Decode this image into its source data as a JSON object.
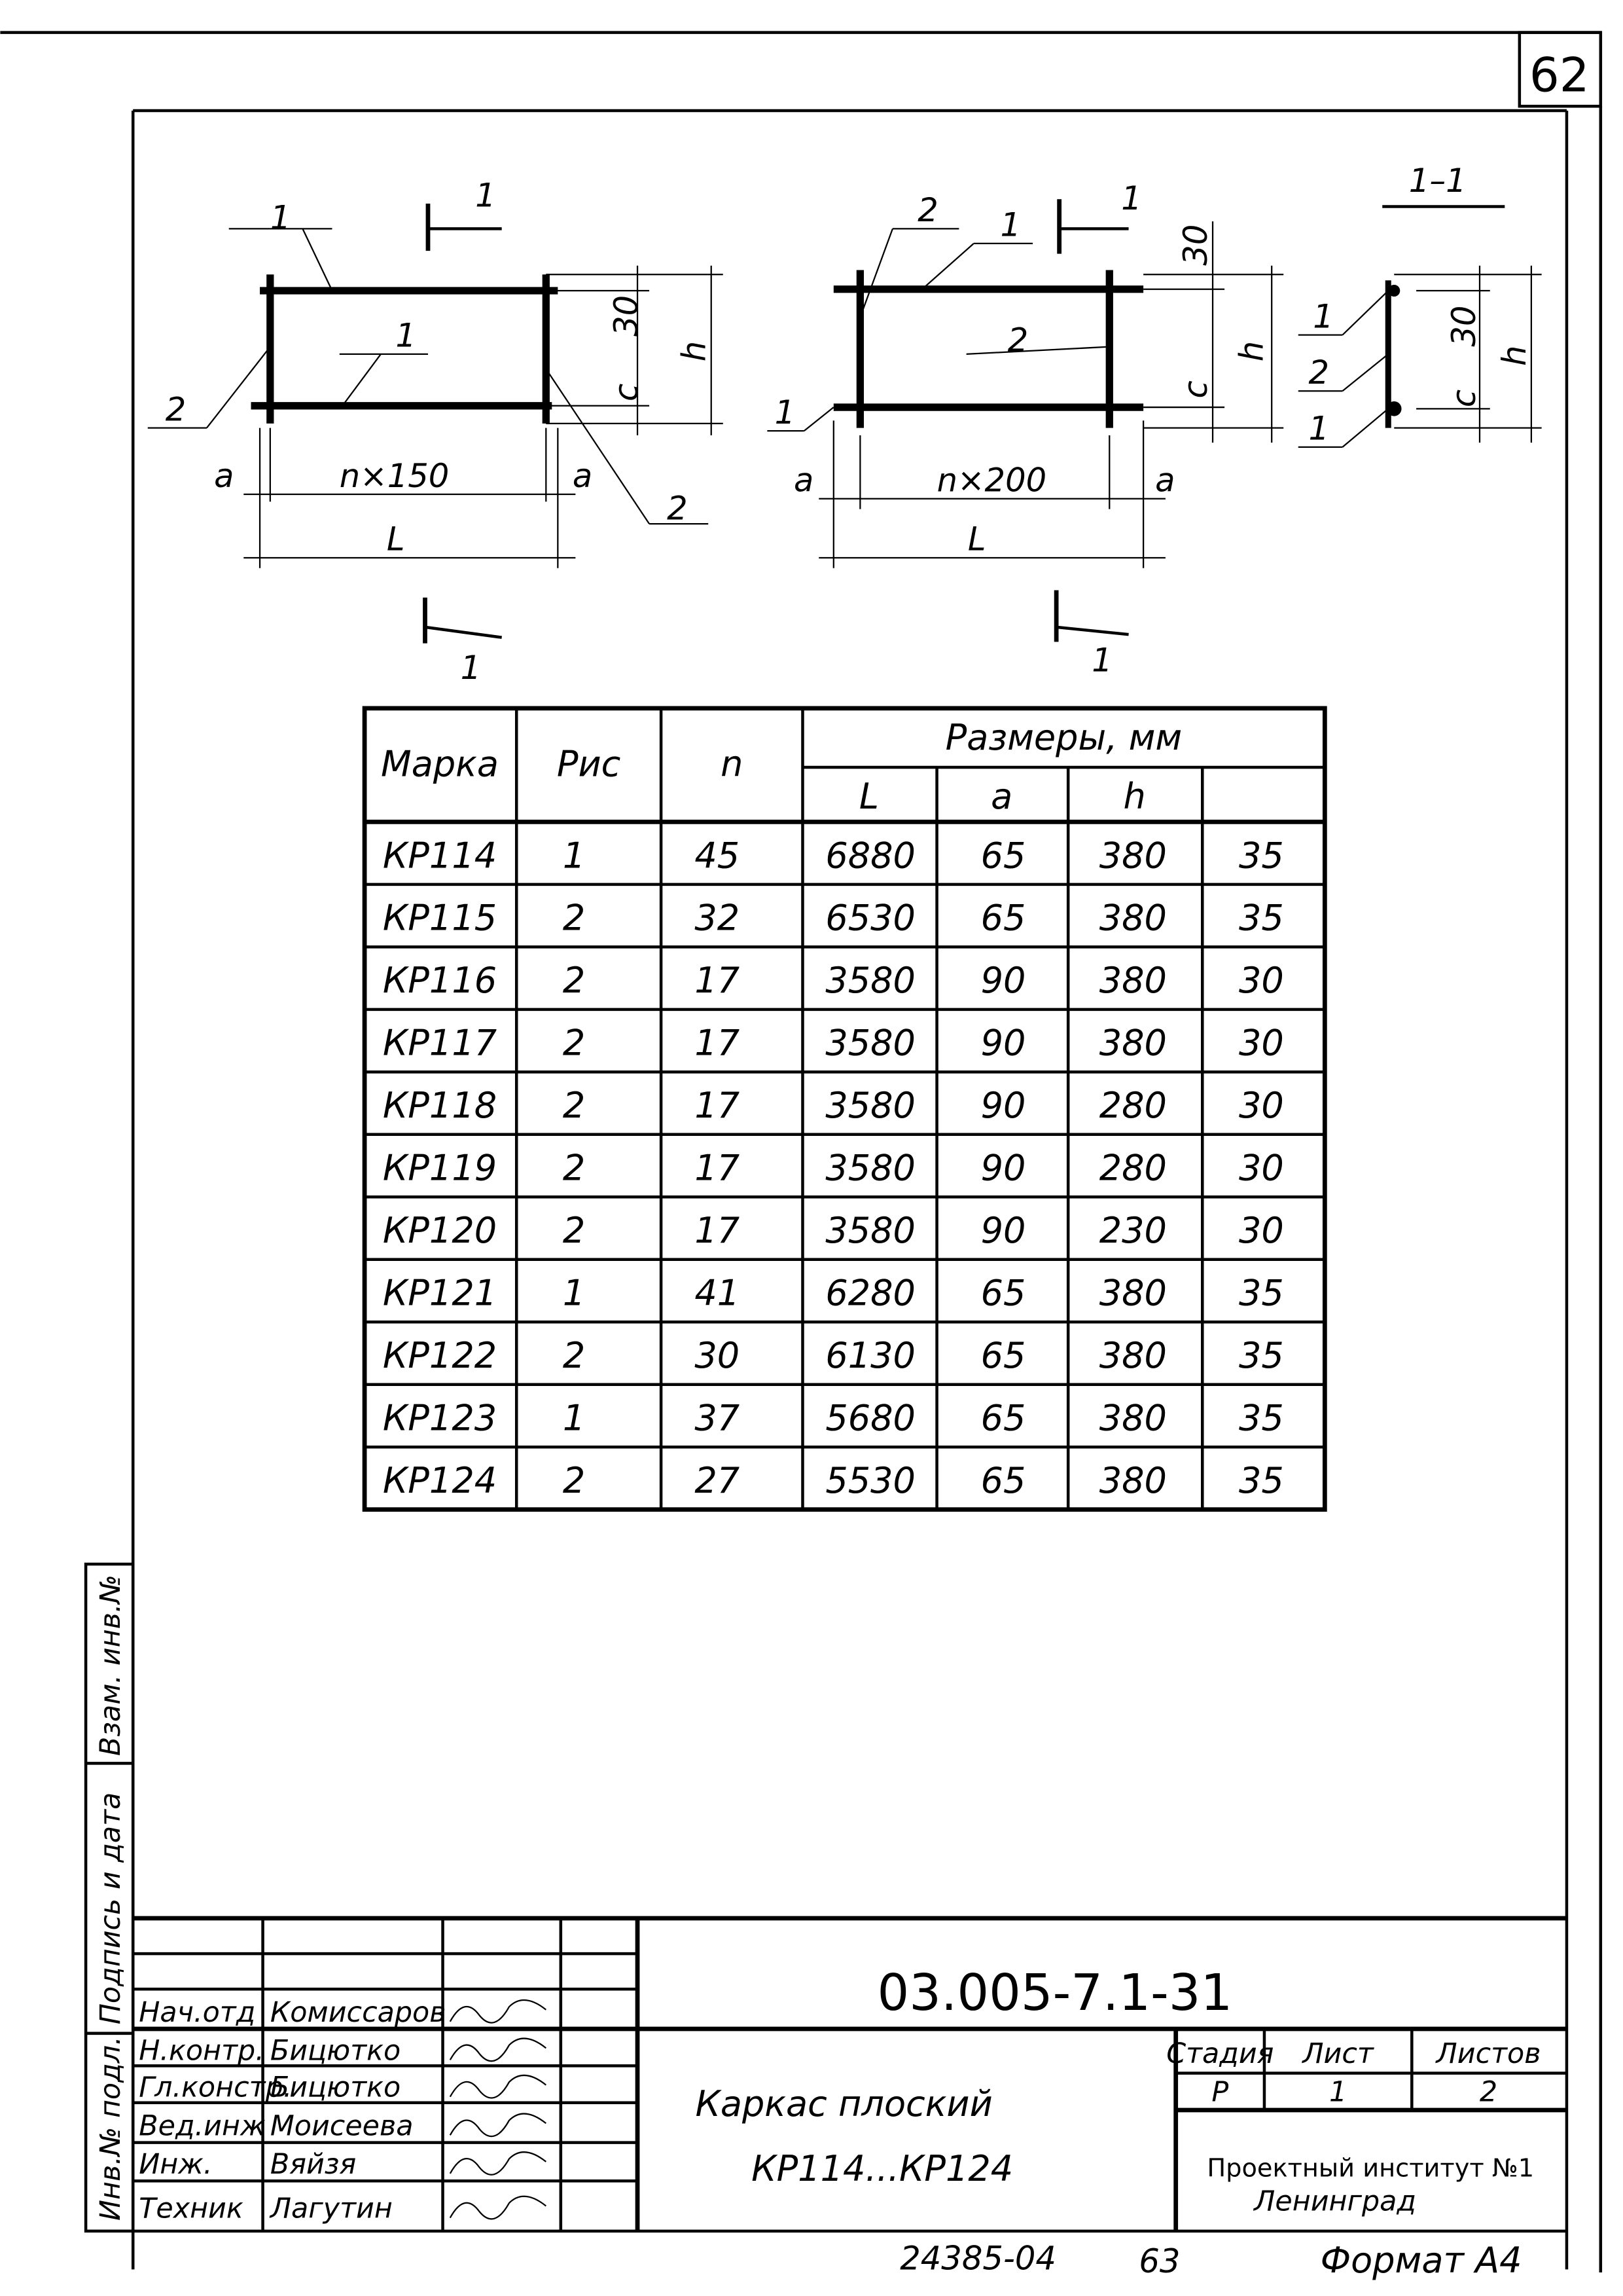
{
  "page_number": "62",
  "drawings": {
    "fig1": {
      "pos_top": "1",
      "pos_bottom": "1",
      "pos_left": "2",
      "pos_right": "2",
      "dim_c": "c",
      "dim_30": "30",
      "dim_h": "h",
      "dim_a_left": "a",
      "dim_a_right": "a",
      "dim_span": "n×150",
      "dim_L": "L",
      "section_mark": "1"
    },
    "fig2": {
      "pos_top": "1",
      "pos_vert_left": "2",
      "pos_vert_right": "2",
      "pos_bottom": "1",
      "dim_30": "30",
      "dim_c": "c",
      "dim_h": "h",
      "dim_a_left": "a",
      "dim_a_right": "a",
      "dim_span": "n×200",
      "dim_L": "L",
      "section_mark": "1"
    },
    "section": {
      "title": "1–1",
      "pos_1a": "1",
      "pos_2": "2",
      "pos_1b": "1",
      "dim_30": "30",
      "dim_c": "c",
      "dim_h": "h"
    }
  },
  "table": {
    "headers": {
      "mark": "Марка",
      "fig": "Рис",
      "n": "n",
      "sizes": "Размеры, мм",
      "L": "L",
      "a": "a",
      "h": "h",
      "c": ""
    },
    "rows": [
      [
        "КР114",
        "1",
        "45",
        "6880",
        "65",
        "380",
        "35"
      ],
      [
        "КР115",
        "2",
        "32",
        "6530",
        "65",
        "380",
        "35"
      ],
      [
        "КР116",
        "2",
        "17",
        "3580",
        "90",
        "380",
        "30"
      ],
      [
        "КР117",
        "2",
        "17",
        "3580",
        "90",
        "380",
        "30"
      ],
      [
        "КР118",
        "2",
        "17",
        "3580",
        "90",
        "280",
        "30"
      ],
      [
        "КР119",
        "2",
        "17",
        "3580",
        "90",
        "280",
        "30"
      ],
      [
        "КР120",
        "2",
        "17",
        "3580",
        "90",
        "230",
        "30"
      ],
      [
        "КР121",
        "1",
        "41",
        "6280",
        "65",
        "380",
        "35"
      ],
      [
        "КР122",
        "2",
        "30",
        "6130",
        "65",
        "380",
        "35"
      ],
      [
        "КР123",
        "1",
        "37",
        "5680",
        "65",
        "380",
        "35"
      ],
      [
        "КР124",
        "2",
        "27",
        "5530",
        "65",
        "380",
        "35"
      ]
    ]
  },
  "side_stamp": {
    "inv_orig": "Инв.№ подл.",
    "sign_date": "Подпись и дата",
    "replace_inv": "Взам. инв.№"
  },
  "title_block": {
    "doc_code": "03.005-7.1-31",
    "title_line1": "Каркас плоский",
    "title_line2": "КР114...КР124",
    "stage_label": "Стадия",
    "sheet_label": "Лист",
    "sheets_label": "Листов",
    "stage": "Р",
    "sheet": "1",
    "sheets": "2",
    "org_line1": "Проектный институт №1",
    "org_line2": "Ленинград",
    "staff": [
      {
        "role": "Нач.отд",
        "name": "Комиссаров"
      },
      {
        "role": "Н.контр.",
        "name": "Бицютко"
      },
      {
        "role": "Гл.констр.",
        "name": "Бицютко"
      },
      {
        "role": "Вед.инж",
        "name": "Моисеева"
      },
      {
        "role": "Инж.",
        "name": "Вяйзя"
      },
      {
        "role": "Техник",
        "name": "Лагутин"
      }
    ]
  },
  "footer": {
    "inventory": "24385-04",
    "page": "63",
    "format": "Формат А4"
  }
}
